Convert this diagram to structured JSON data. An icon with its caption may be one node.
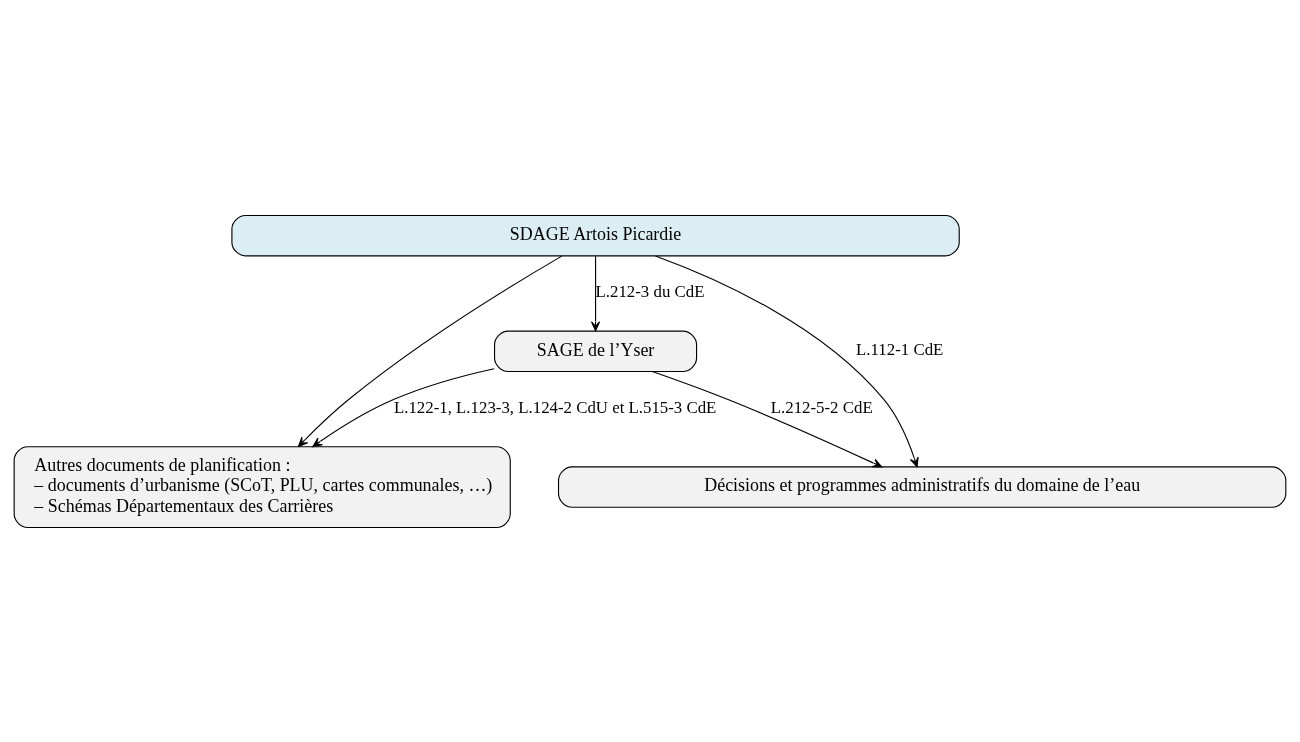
{
  "diagram": {
    "nodes": [
      {
        "text": [
          "SDAGE Artois Picardie"
        ]
      },
      {
        "text": [
          "SAGE de l’Yser"
        ]
      },
      {
        "text": [
          "Autres documents de planification :",
          "– documents d’urbanisme (SCoT, PLU, cartes communales, …)",
          "– Schémas Départementaux des Carrières"
        ]
      },
      {
        "text": [
          "Décisions et programmes administratifs du domaine de l’eau"
        ]
      }
    ],
    "edges": [
      {
        "from": 0,
        "to": 1,
        "arrow": "to",
        "label": "L.212-3 du CdE"
      },
      {
        "from": 0,
        "to": 2,
        "arrow": "to"
      },
      {
        "from": 1,
        "to": 2,
        "arrow": "to",
        "label": "L.122-1, L.123-3, L.124-2 CdU et L.515-3 CdE"
      },
      {
        "from": 1,
        "to": 3,
        "arrow": "to",
        "label": "L.212-5-2 CdE"
      },
      {
        "from": 0,
        "to": 3,
        "arrow": "to",
        "label": "L.112-1 CdE"
      }
    ]
  }
}
